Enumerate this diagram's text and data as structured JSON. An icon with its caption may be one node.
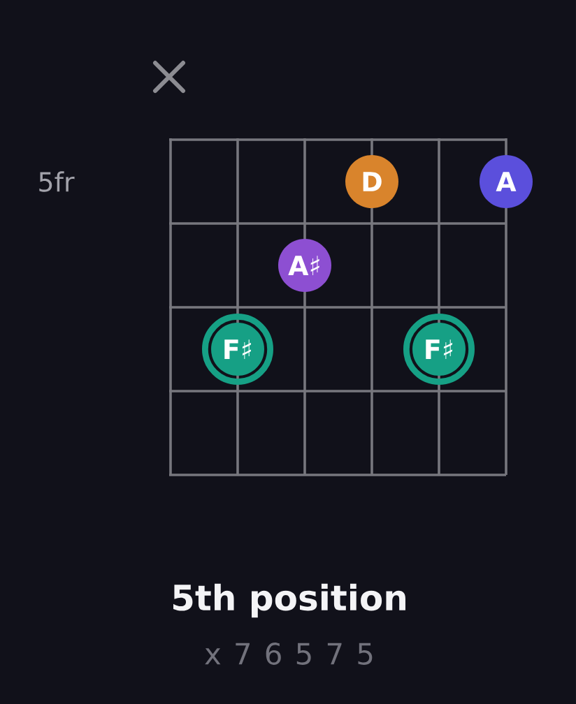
{
  "diagram": {
    "title": "5th position",
    "nodes": [
      {
        "text": [
          "D"
        ]
      },
      {
        "text": [
          "A"
        ]
      },
      {
        "text": [
          "A♯"
        ]
      },
      {
        "text": [
          "F♯"
        ]
      },
      {
        "text": [
          "F♯"
        ]
      }
    ],
    "labels": [
      "5fr",
      "x 7 6 5 7 5"
    ]
  }
}
